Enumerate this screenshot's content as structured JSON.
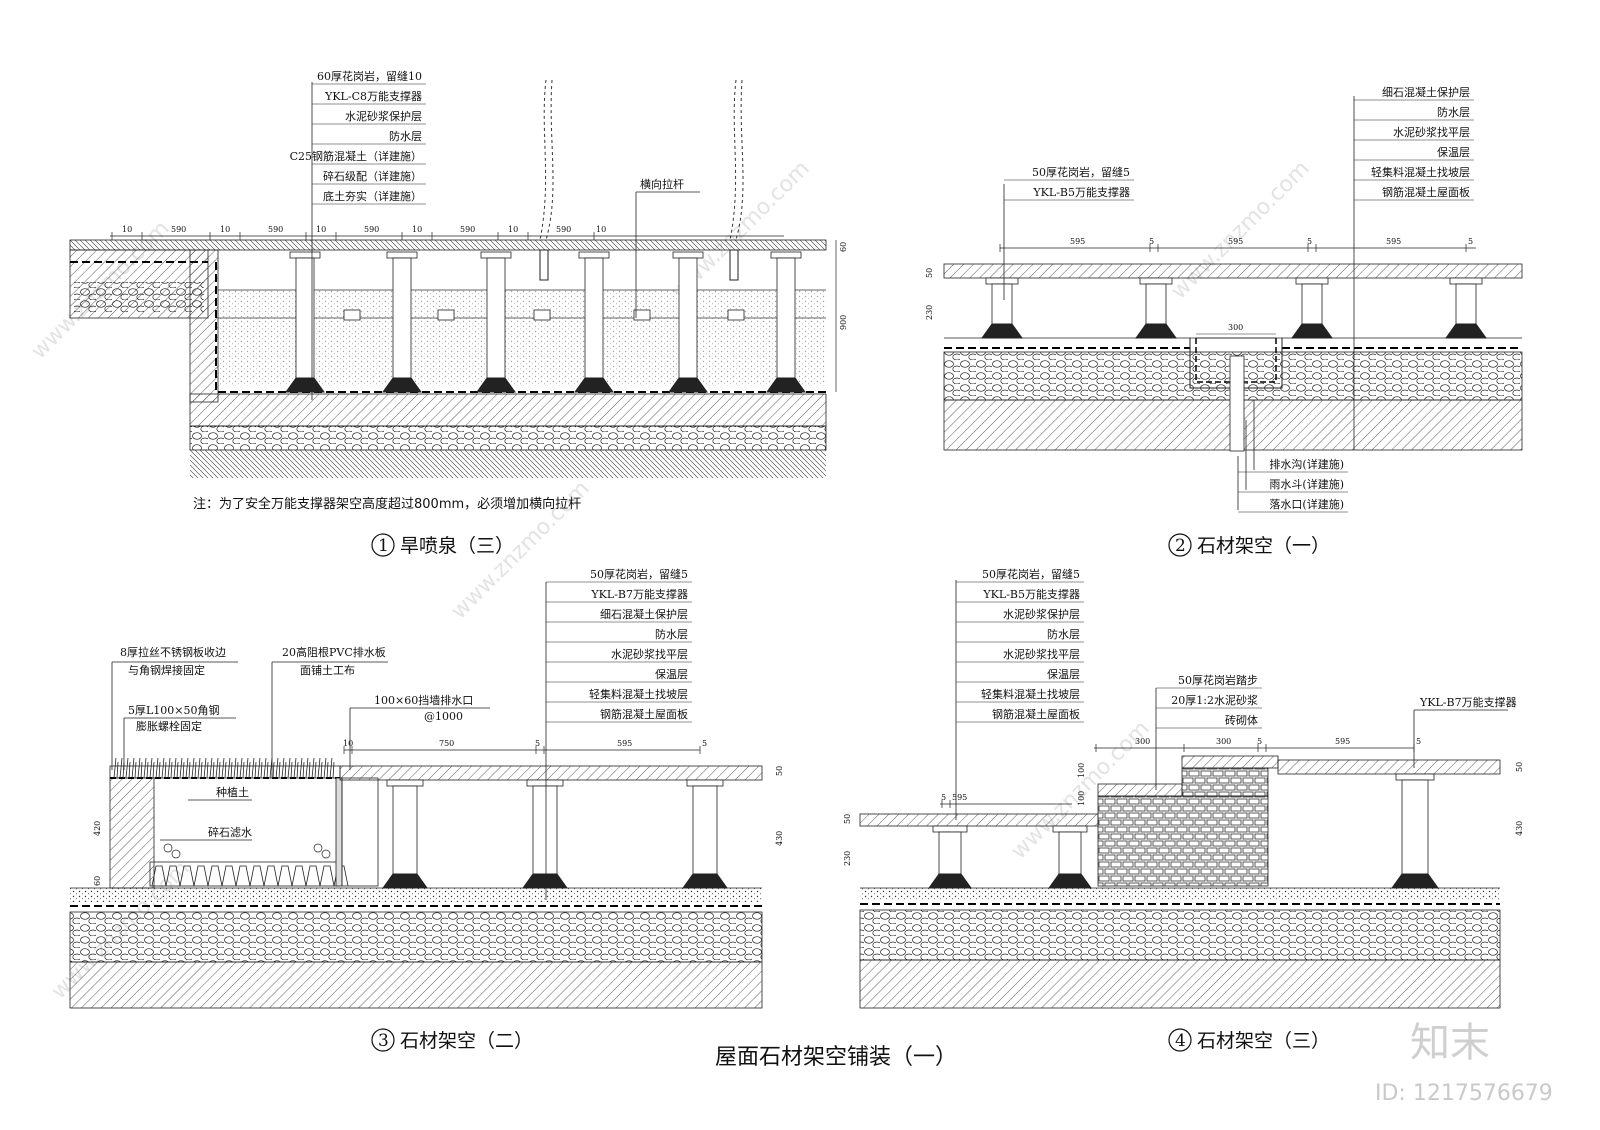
{
  "sheet_title": "屋面石材架空铺装（一）",
  "id_text": "ID: 1217576679",
  "brand_logo": "知末",
  "watermark": "www.znzmo.com",
  "details": [
    {
      "num": "1",
      "name": "旱喷泉（三）",
      "note": "注：为了安全万能支撑器架空高度超过800mm，必须增加横向拉杆",
      "callout": [
        "60厚花岗岩，留缝10",
        "YKL-C8万能支撑器",
        "水泥砂浆保护层",
        "防水层",
        "C25钢筋混凝土（详建施）",
        "碎石级配（详建施）",
        "底土夯实（详建施）"
      ],
      "rod_label": "横向拉杆",
      "dims": [
        "10",
        "590",
        "10",
        "590",
        "10",
        "590",
        "10",
        "590",
        "10",
        "590",
        "10"
      ],
      "height_dims": [
        "60",
        "900"
      ]
    },
    {
      "num": "2",
      "name": "石材架空（一）",
      "callout_left": [
        "50厚花岗岩，留缝5",
        "YKL-B5万能支撑器"
      ],
      "callout_right": [
        "细石混凝土保护层",
        "防水层",
        "水泥砂浆找平层",
        "保温层",
        "轻集料混凝土找坡层",
        "钢筋混凝土屋面板"
      ],
      "drain_labels": [
        "排水沟(详建施)",
        "雨水斗(详建施)",
        "落水口(详建施)"
      ],
      "dims": [
        "595",
        "5",
        "595",
        "5",
        "595",
        "5"
      ],
      "ditch_width": "300",
      "height_dims": [
        "50",
        "230"
      ]
    },
    {
      "num": "3",
      "name": "石材架空（二）",
      "callout": [
        "50厚花岗岩，留缝5",
        "YKL-B7万能支撑器",
        "细石混凝土保护层",
        "防水层",
        "水泥砂浆找平层",
        "保温层",
        "轻集料混凝土找坡层",
        "钢筋混凝土屋面板"
      ],
      "edge_labels": [
        "8厚拉丝不锈钢板收边",
        "与角钢焊接固定"
      ],
      "board_labels": [
        "20高阻根PVC排水板",
        "面铺土工布"
      ],
      "angle_labels": [
        "5厚L100×50角钢",
        "膨胀螺栓固定"
      ],
      "outlet_labels": [
        "100×60挡墙排水口",
        "@1000"
      ],
      "soil_label": "种植土",
      "gravel_label": "碎石滤水",
      "dims": [
        "10",
        "750",
        "5",
        "595",
        "5"
      ],
      "height_dims": [
        "420",
        "60",
        "50",
        "430"
      ]
    },
    {
      "num": "4",
      "name": "石材架空（三）",
      "callout": [
        "50厚花岗岩，留缝5",
        "YKL-B5万能支撑器",
        "水泥砂浆保护层",
        "防水层",
        "水泥砂浆找平层",
        "保温层",
        "轻集料混凝土找坡层",
        "钢筋混凝土屋面板"
      ],
      "step_labels": [
        "50厚花岗岩踏步",
        "20厚1:2水泥砂浆",
        "砖砌体"
      ],
      "right_label": "YKL-B7万能支撑器",
      "dims_left": [
        "5",
        "595"
      ],
      "dims_step": [
        "300",
        "300",
        "5",
        "595",
        "5"
      ],
      "height_dims": [
        "50",
        "230",
        "100",
        "100",
        "50",
        "430"
      ]
    }
  ]
}
